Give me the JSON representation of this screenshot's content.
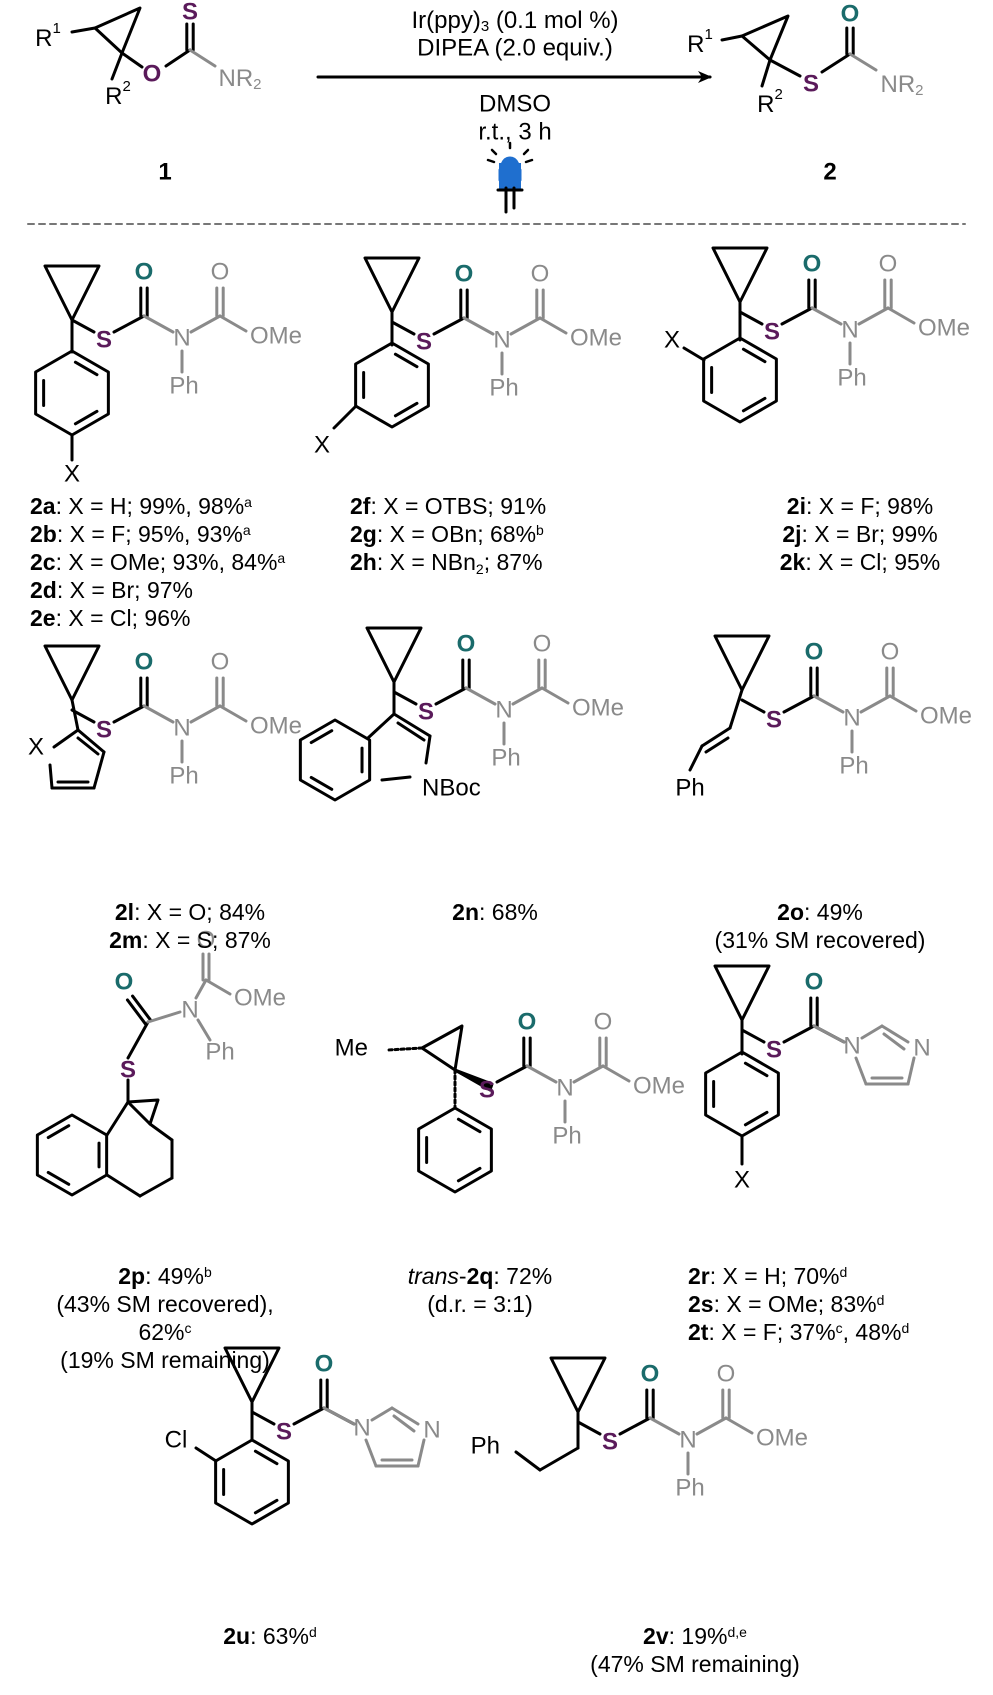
{
  "colors": {
    "carbonyl_o": "#1a6b6b",
    "sulfur": "#5a1a5a",
    "reagent_gray": "#8a8a8a",
    "bond": "#000000",
    "lamp_blue": "#1f6fcf"
  },
  "reaction": {
    "reactant": {
      "r1": "R",
      "r1_sup": "1",
      "r2": "R",
      "r2_sup": "2",
      "o": "O",
      "s": "S",
      "nr2": "NR",
      "nr2_sub": "2",
      "label": "1"
    },
    "product": {
      "r1": "R",
      "r1_sup": "1",
      "r2": "R",
      "r2_sup": "2",
      "s": "S",
      "o": "O",
      "nr2": "NR",
      "nr2_sub": "2",
      "label": "2"
    },
    "conditions": {
      "catalyst": "Ir(ppy)",
      "catalyst_sub": "3",
      "catalyst_load": " (0.1 mol %)",
      "base": "DIPEA (2.0 equiv.)",
      "solvent": "DMSO",
      "time": "r.t., 3 h",
      "light_icon": "blue-led-icon"
    }
  },
  "atoms": {
    "o": "O",
    "s": "S",
    "n": "N",
    "ome": "OMe",
    "ph": "Ph",
    "x": "X",
    "nboc": "NBoc",
    "me": "Me",
    "cl": "Cl"
  },
  "captions": {
    "g1": [
      {
        "id": "2a",
        "text": ": X = H; 99%, 98%",
        "sup": "a"
      },
      {
        "id": "2b",
        "text": ": X = F; 95%, 93%",
        "sup": "a"
      },
      {
        "id": "2c",
        "text": ": X = OMe; 93%, 84%",
        "sup": "a"
      },
      {
        "id": "2d",
        "text": ": X = Br; 97%"
      },
      {
        "id": "2e",
        "text": ": X = Cl; 96%"
      }
    ],
    "g2": [
      {
        "id": "2f",
        "text": ": X = OTBS; 91%"
      },
      {
        "id": "2g",
        "text": ": X = OBn; 68%",
        "sup": "b"
      },
      {
        "id": "2h",
        "text": ": X = NBn",
        "sub": "2",
        "after": "; 87%"
      }
    ],
    "g3": [
      {
        "id": "2i",
        "text": ": X = F; 98%"
      },
      {
        "id": "2j",
        "text": ": X = Br; 99%"
      },
      {
        "id": "2k",
        "text": ": X = Cl; 95%"
      }
    ],
    "lm": [
      {
        "id": "2l",
        "text": ": X = O; 84%"
      },
      {
        "id": "2m",
        "text": ": X = S; 87%"
      }
    ],
    "n": [
      {
        "id": "2n",
        "text": ": 68%"
      }
    ],
    "o": [
      {
        "id": "2o",
        "text": ": 49%"
      },
      {
        "text": "(31% SM recovered)"
      }
    ],
    "p": [
      {
        "id": "2p",
        "text": ": 49%",
        "sup": "b"
      },
      {
        "text": "(43% SM recovered),"
      },
      {
        "text": "62%",
        "sup": "c"
      },
      {
        "text": "(19% SM remaining)"
      }
    ],
    "q": [
      {
        "pre_italic": "trans",
        "pre": "-",
        "id": "2q",
        "text": ": 72%"
      },
      {
        "text": "(d.r. = 3:1)"
      }
    ],
    "rst": [
      {
        "id": "2r",
        "text": ": X = H; 70%",
        "sup": "d"
      },
      {
        "id": "2s",
        "text": ": X = OMe; 83%",
        "sup": "d"
      },
      {
        "id": "2t",
        "text": ": X = F; 37%",
        "sup": "c",
        "after": ", 48%",
        "sup2": "d"
      }
    ],
    "u": [
      {
        "id": "2u",
        "text": ": 63%",
        "sup": "d"
      }
    ],
    "v": [
      {
        "id": "2v",
        "text": ": 19%",
        "sup": "d,e"
      },
      {
        "text": "(47% SM remaining)"
      }
    ]
  }
}
